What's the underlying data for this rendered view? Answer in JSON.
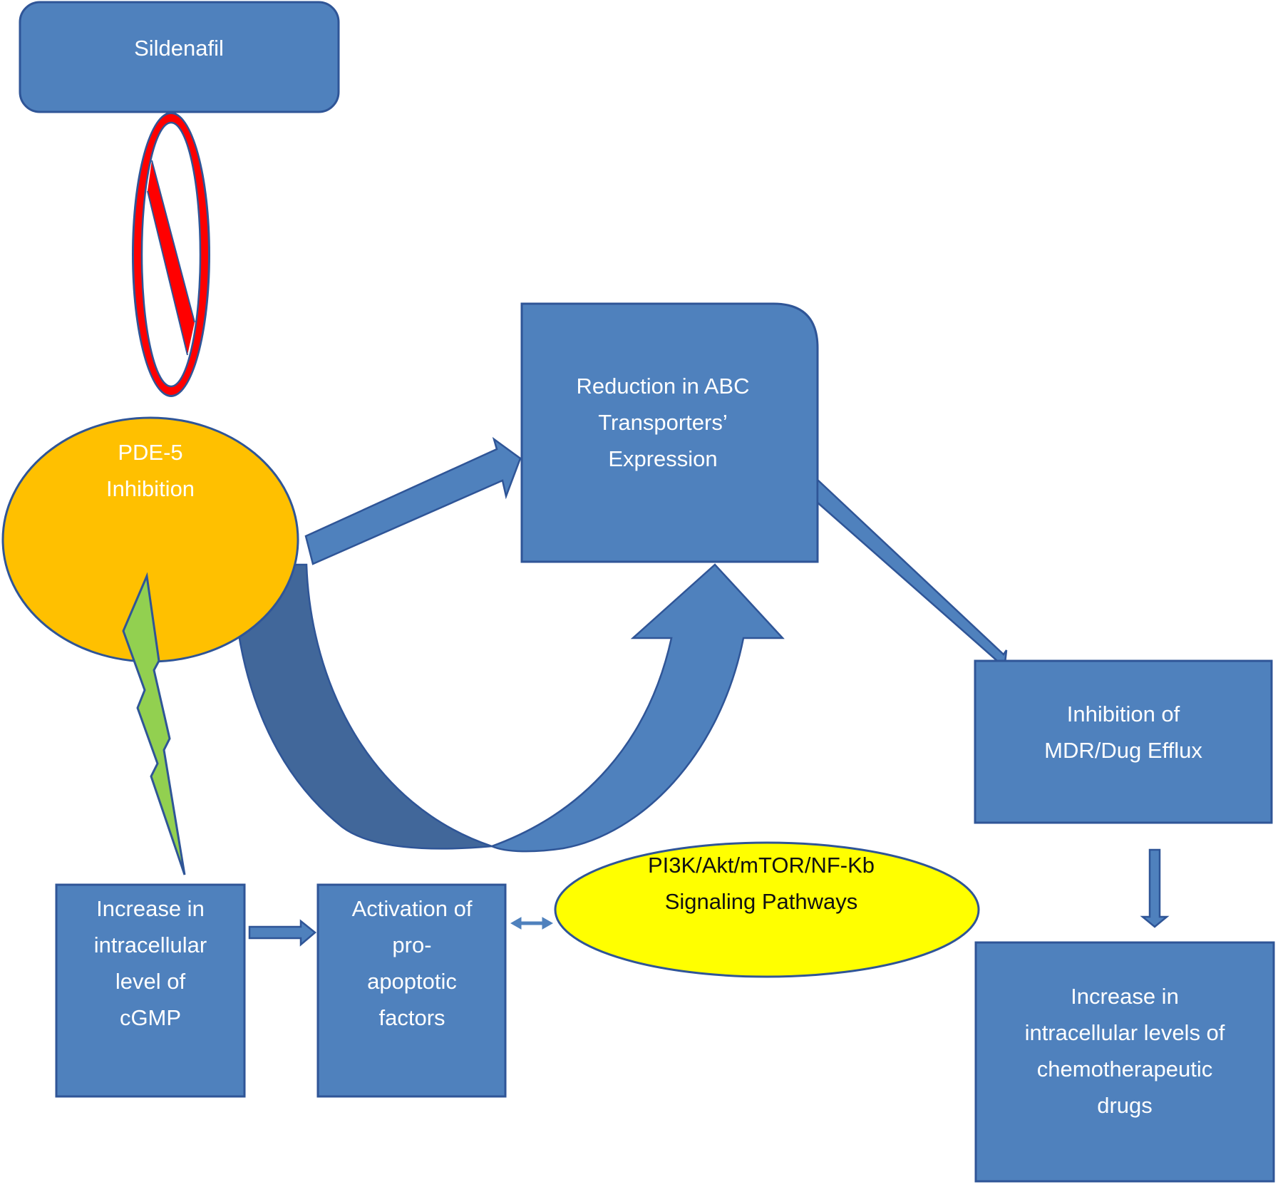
{
  "diagram": {
    "title": "Sildenafil mechanism in reversing multidrug resistance",
    "colors": {
      "box_fill": "#4F81BD",
      "box_stroke": "#2F5597",
      "curve_dark": "#41679A",
      "pde_fill": "#FFC000",
      "pathway_fill": "#FFFF00",
      "inhibit_red": "#FF0000",
      "bolt_green": "#92D050"
    },
    "nodes": {
      "sildenafil": {
        "lines": [
          "Sildenafil"
        ]
      },
      "pde5": {
        "lines": [
          "PDE-5",
          "Inhibition"
        ]
      },
      "abc": {
        "lines": [
          "Reduction in ABC",
          "Transporters’",
          "Expression"
        ]
      },
      "mdr": {
        "lines": [
          "Inhibition of",
          "MDR/Dug Efflux"
        ]
      },
      "chemo": {
        "lines": [
          "Increase in",
          "intracellular levels of",
          "chemotherapeutic",
          "drugs"
        ]
      },
      "cgmp": {
        "lines": [
          "Increase in",
          "intracellular",
          "level of",
          "cGMP"
        ]
      },
      "proapoptotic": {
        "lines": [
          "Activation of",
          "pro-",
          "apoptotic",
          "factors"
        ]
      },
      "pathways": {
        "lines": [
          "PI3K/Akt/mTOR/NF-Kb",
          "Signaling Pathways"
        ]
      }
    },
    "edges": [
      {
        "from": "sildenafil",
        "to": "pde5",
        "type": "inhibition-symbol"
      },
      {
        "from": "pde5",
        "to": "abc",
        "type": "block-arrow"
      },
      {
        "from": "pde5",
        "to": "abc",
        "type": "curved-u-arrow"
      },
      {
        "from": "abc",
        "to": "mdr",
        "type": "block-arrow"
      },
      {
        "from": "mdr",
        "to": "chemo",
        "type": "block-arrow"
      },
      {
        "from": "cgmp",
        "to": "pde5",
        "type": "lightning-bolt"
      },
      {
        "from": "cgmp",
        "to": "proapoptotic",
        "type": "block-arrow"
      },
      {
        "from": "proapoptotic",
        "to": "pathways",
        "type": "double-arrow"
      }
    ]
  }
}
